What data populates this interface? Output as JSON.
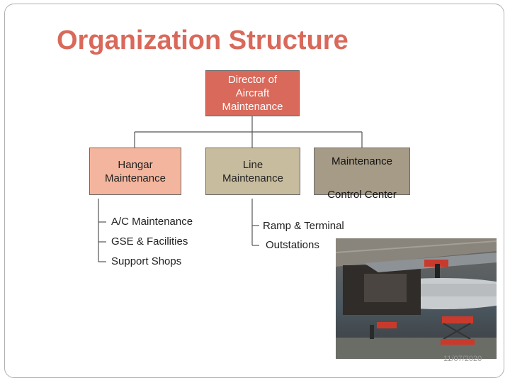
{
  "title": "Organization Structure",
  "top_box": "Director of\nAircraft\nMaintenance",
  "boxes": {
    "hangar": "Hangar\nMaintenance",
    "line": "Line\nMaintenance",
    "mcc_line1": "Maintenance",
    "mcc_line2": "Control Center"
  },
  "hangar_subitems": [
    "A/C Maintenance",
    "GSE & Facilities",
    "Support Shops"
  ],
  "line_subitems": [
    "Ramp & Terminal",
    "Outstations"
  ],
  "colors": {
    "title": "#d9695a",
    "director": "#d9695a",
    "hangar": "#f3b59d",
    "line": "#c8bc9f",
    "mcc": "#a69b86"
  },
  "date": "11/07/2020"
}
